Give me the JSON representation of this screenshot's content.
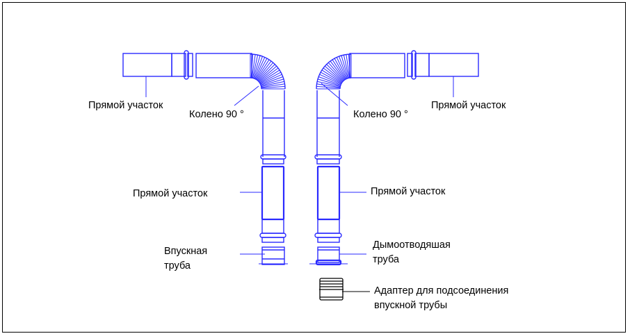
{
  "labels": {
    "straight_top_left": "Прямой участок",
    "elbow_left": "Колено 90 °",
    "elbow_right": "Колено 90 °",
    "straight_top_right": "Прямой участок",
    "straight_mid_left": "Прямой участок",
    "straight_mid_right": "Прямой участок",
    "intake_pipe_line1": "Впускная",
    "intake_pipe_line2": "труба",
    "flue_pipe_line1": "Дымоотводяшая",
    "flue_pipe_line2": "труба",
    "adapter_line1": "Адаптер для подсоединения",
    "adapter_line2": "впускной трубы"
  },
  "colors": {
    "pipe": "#2a2aff",
    "adapter": "#000000"
  }
}
